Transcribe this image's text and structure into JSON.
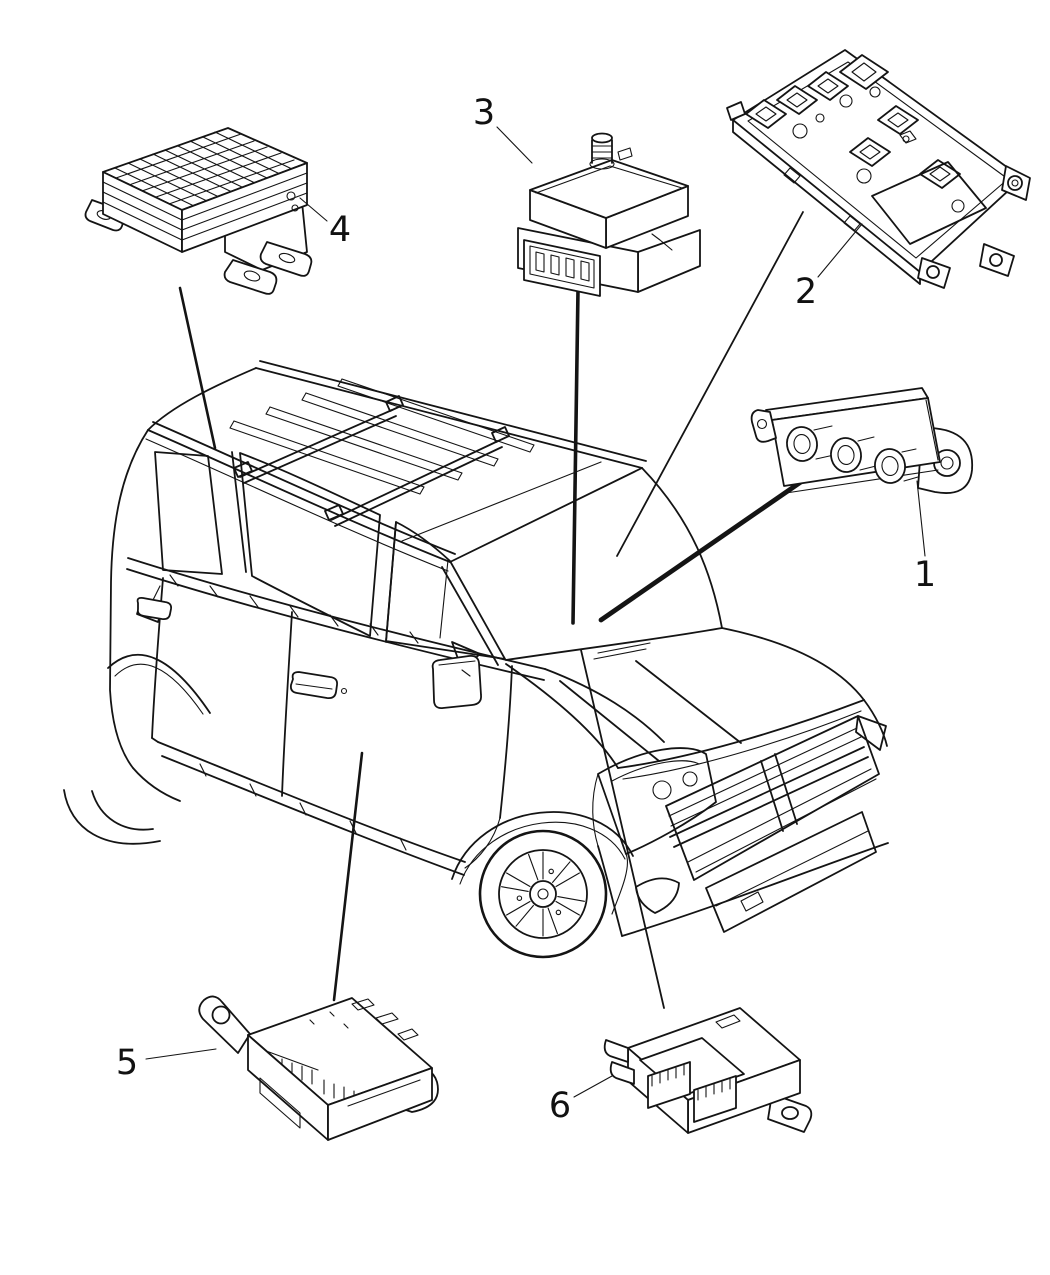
{
  "figure": {
    "kind": "vehicle-electronic-modules-parts-diagram",
    "background_color": "#ffffff",
    "ink_color": "#141414"
  },
  "callouts": [
    {
      "label": "1",
      "part": "module-with-barrel-connectors"
    },
    {
      "label": "2",
      "part": "body-control-module-board"
    },
    {
      "label": "3",
      "part": "relay-module-with-stud"
    },
    {
      "label": "4",
      "part": "amplifier-module-on-bracket"
    },
    {
      "label": "5",
      "part": "door-control-module"
    },
    {
      "label": "6",
      "part": "control-module-with-connectors"
    }
  ]
}
